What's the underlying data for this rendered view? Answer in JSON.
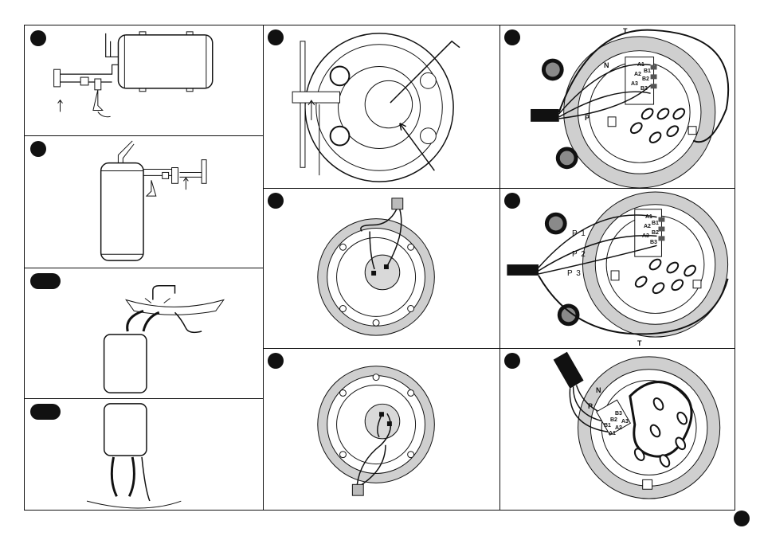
{
  "terminals_single": {
    "n": "N",
    "p": "P",
    "t": "T",
    "a1": "A1",
    "a2": "A2",
    "a3": "A3",
    "b1": "B1",
    "b2": "B2",
    "b3": "B3"
  },
  "terminals_three": {
    "p1": "P 1",
    "p2": "P 2",
    "p3": "P 3",
    "t": "T",
    "a1": "A1",
    "a2": "A2",
    "a3": "A3",
    "b1": "B1",
    "b2": "B2",
    "b3": "B3"
  },
  "terminals_alt": {
    "n": "N",
    "p": "P",
    "a1": "A1",
    "a2": "A2",
    "a3": "A3",
    "b1": "B1",
    "b2": "B2",
    "b3": "B3"
  },
  "colors": {
    "ink": "#111111",
    "gray_ring": "#cfcfcf",
    "disk_gray": "#d9d9d9",
    "button_gray": "#8a8a8a"
  }
}
